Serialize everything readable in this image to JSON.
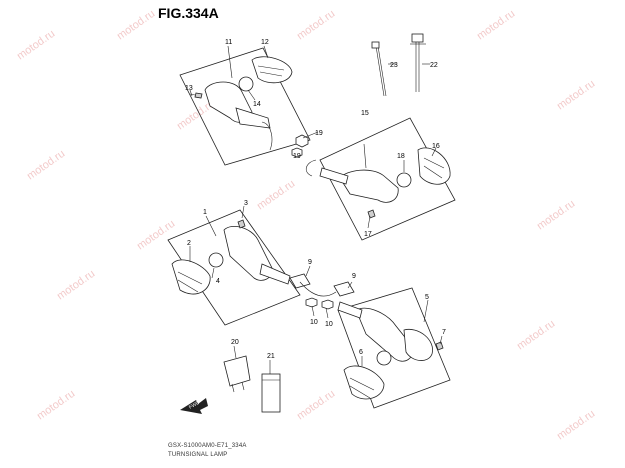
{
  "figure_title": "FIG.334A",
  "footer": {
    "line1": "GSX-S1000AM0-E71_334A",
    "line2": "TURNSIGNAL LAMP"
  },
  "watermark": "motod.ru",
  "callouts": {
    "n1": "1",
    "n2": "2",
    "n3": "3",
    "n4": "4",
    "n5": "5",
    "n6": "6",
    "n7": "7",
    "n9": "9",
    "n10": "10",
    "n11": "11",
    "n12": "12",
    "n13": "13",
    "n14": "14",
    "n15": "15",
    "n16": "16",
    "n17": "17",
    "n18": "18",
    "n19": "19",
    "n20": "20",
    "n21": "21",
    "n22": "22",
    "n23": "23"
  },
  "fwd_label": "FWD",
  "colors": {
    "watermark": "#e9a0a0",
    "line": "#222222"
  }
}
